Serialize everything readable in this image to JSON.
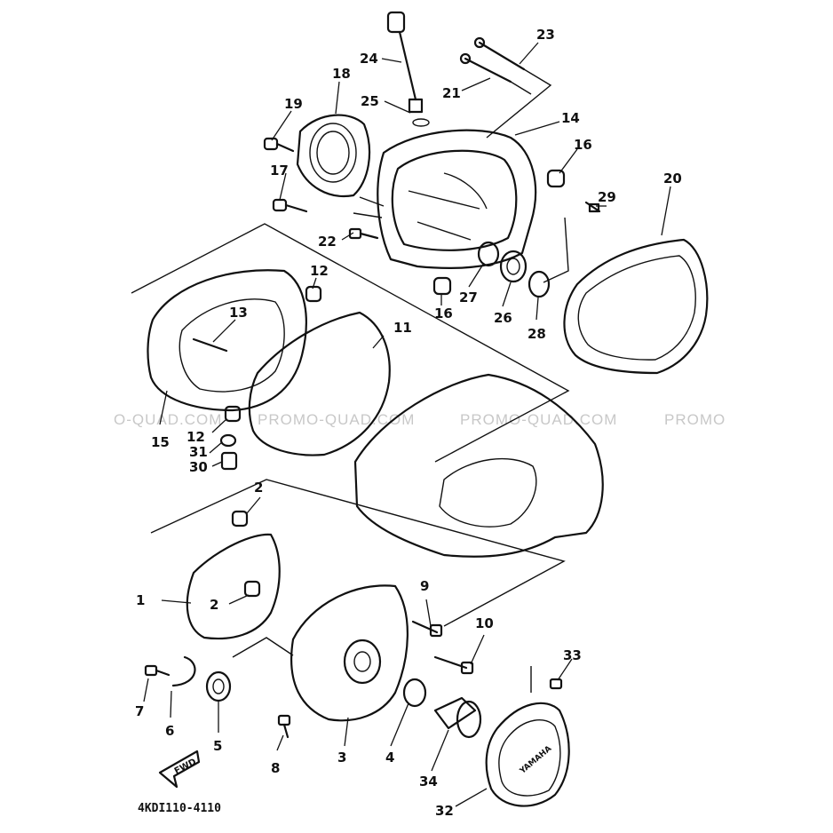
{
  "diagram_code": "4KDI110-4110",
  "watermark": [
    "O-QUAD.COM",
    "PROMO-QUAD.COM",
    "PROMO-QUAD.COM",
    "PROMO"
  ],
  "fwd_label": "FWD",
  "logo_text": "YAMAHA",
  "callouts": [
    "1",
    "2",
    "2",
    "3",
    "4",
    "5",
    "6",
    "7",
    "8",
    "9",
    "10",
    "11",
    "12",
    "12",
    "13",
    "14",
    "15",
    "16",
    "16",
    "17",
    "18",
    "19",
    "20",
    "21",
    "22",
    "23",
    "24",
    "25",
    "26",
    "27",
    "28",
    "29",
    "30",
    "31",
    "32",
    "33",
    "34"
  ]
}
